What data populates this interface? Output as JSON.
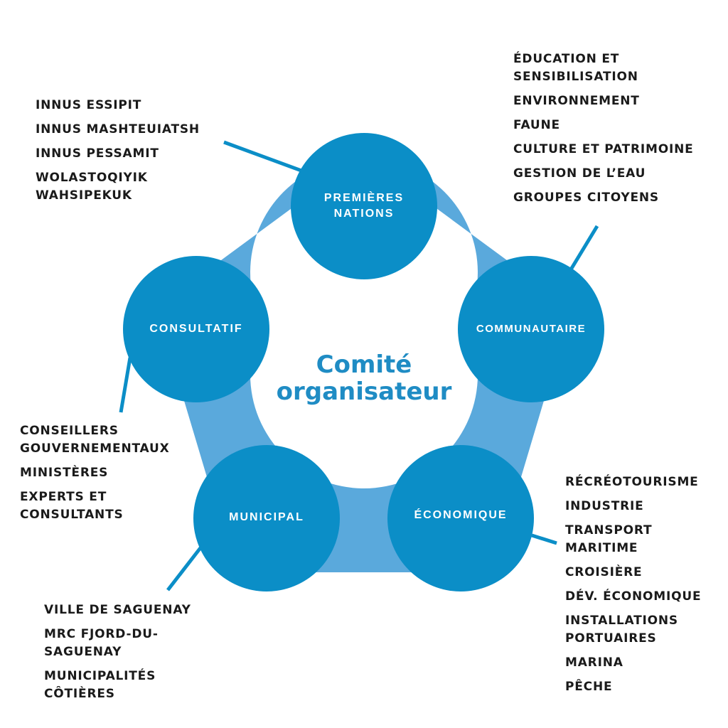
{
  "colors": {
    "circle": "#0b8ec7",
    "ring": "#5aa9dc",
    "connector": "#0b8ec7",
    "title": "#1f8cc4",
    "text": "#1a1a1a"
  },
  "center": {
    "title_line1": "Comité",
    "title_line2": "organisateur"
  },
  "nodes": {
    "premieres_nations": "PREMIÈRES\nNATIONS",
    "communautaire": "COMMUNAUTAIRE",
    "economique": "ÉCONOMIQUE",
    "municipal": "MUNICIPAL",
    "consultatif": "CONSULTATIF"
  },
  "lists": {
    "premieres_nations": [
      "INNUS ESSIPIT",
      "INNUS MASHTEUIATSH",
      "INNUS PESSAMIT",
      "WOLASTOQIYIK\nWAHSIPEKUK"
    ],
    "communautaire": [
      "ÉDUCATION ET\nSENSIBILISATION",
      "ENVIRONNEMENT",
      "FAUNE",
      "CULTURE ET PATRIMOINE",
      "GESTION DE L’EAU",
      "GROUPES CITOYENS"
    ],
    "consultatif": [
      "CONSEILLERS\nGOUVERNEMENTAUX",
      "MINISTÈRES",
      "EXPERTS ET\nCONSULTANTS"
    ],
    "municipal": [
      "VILLE DE SAGUENAY",
      "MRC FJORD-DU-\nSAGUENAY",
      "MUNICIPALITÉS\nCÔTIÈRES"
    ],
    "economique": [
      "RÉCRÉOTOURISME",
      "INDUSTRIE",
      "TRANSPORT\nMARITIME",
      "CROISIÈRE",
      "DÉV. ÉCONOMIQUE",
      "INSTALLATIONS\nPORTUAIRES",
      "MARINA",
      "PÊCHE"
    ]
  }
}
